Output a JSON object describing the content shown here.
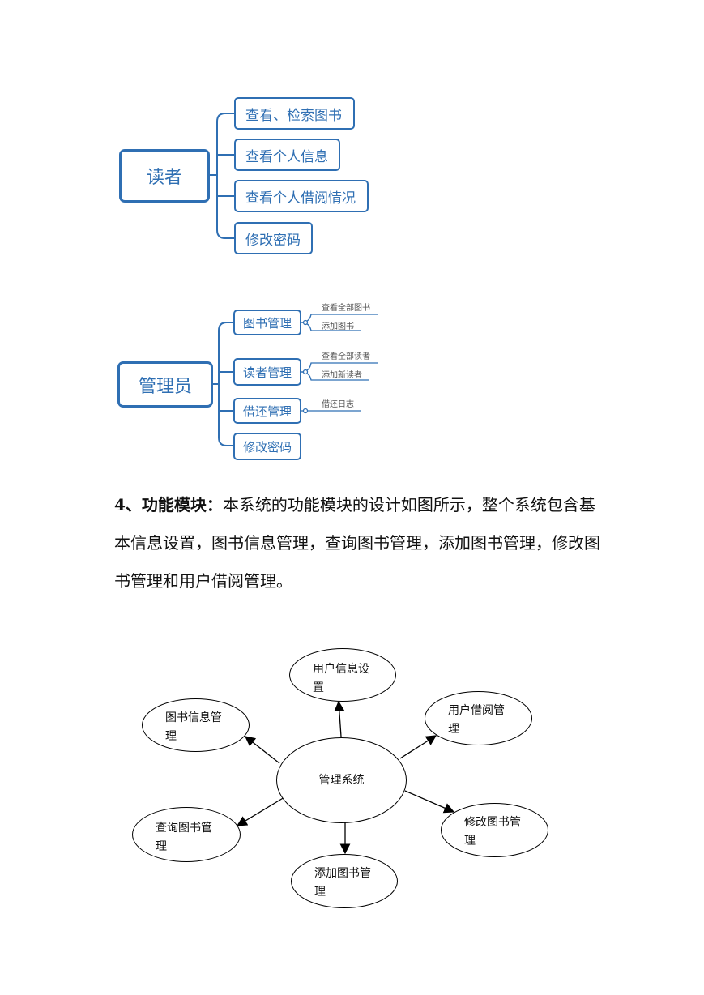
{
  "mindmap_reader": {
    "root": "读者",
    "children": [
      "查看、检索图书",
      "查看个人信息",
      "查看个人借阅情况",
      "修改密码"
    ]
  },
  "mindmap_admin": {
    "root": "管理员",
    "children": [
      "图书管理",
      "读者管理",
      "借还管理",
      "修改密码"
    ],
    "leaves": {
      "book": [
        "查看全部图书",
        "添加图书"
      ],
      "reader": [
        "查看全部读者",
        "添加新读者"
      ],
      "borrow": [
        "借还日志"
      ]
    }
  },
  "paragraph": {
    "heading": "4、功能模块：",
    "body": "本系统的功能模块的设计如图所示，整个系统包含基本信息设置，图书信息管理，查询图书管理，添加图书管理，修改图书管理和用户借阅管理。"
  },
  "function_diagram": {
    "center": "管理系统",
    "nodes": {
      "user_info": "用户信息设置",
      "book_info": "图书信息管理",
      "user_borrow": "用户借阅管理",
      "query_book": "查询图书管理",
      "modify_book": "修改图书管理",
      "add_book": "添加图书管理"
    }
  }
}
